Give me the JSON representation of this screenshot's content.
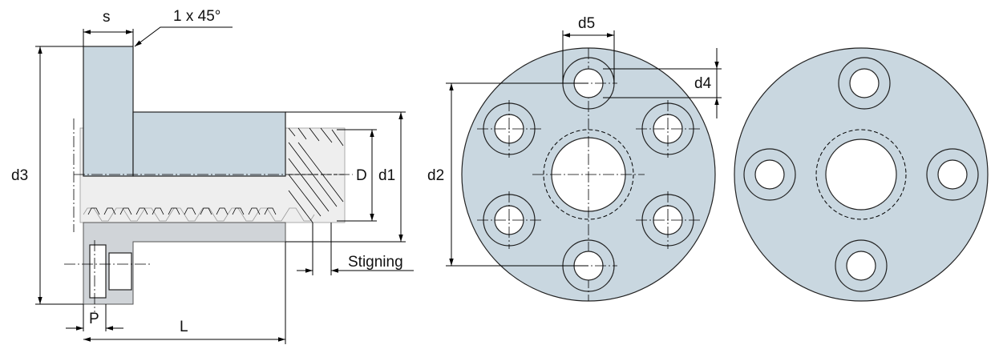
{
  "labels": {
    "s": "s",
    "chamfer": "1 x 45°",
    "d3": "d3",
    "D": "D",
    "d1": "d1",
    "stigning": "Stigning",
    "P": "P",
    "L": "L",
    "d5": "d5",
    "d4": "d4",
    "d2": "d2"
  },
  "colors": {
    "flange_body": "#c9d7e0",
    "nut_grey": "#d0d4d8",
    "thread": "#eeeeee",
    "line": "#000000"
  }
}
